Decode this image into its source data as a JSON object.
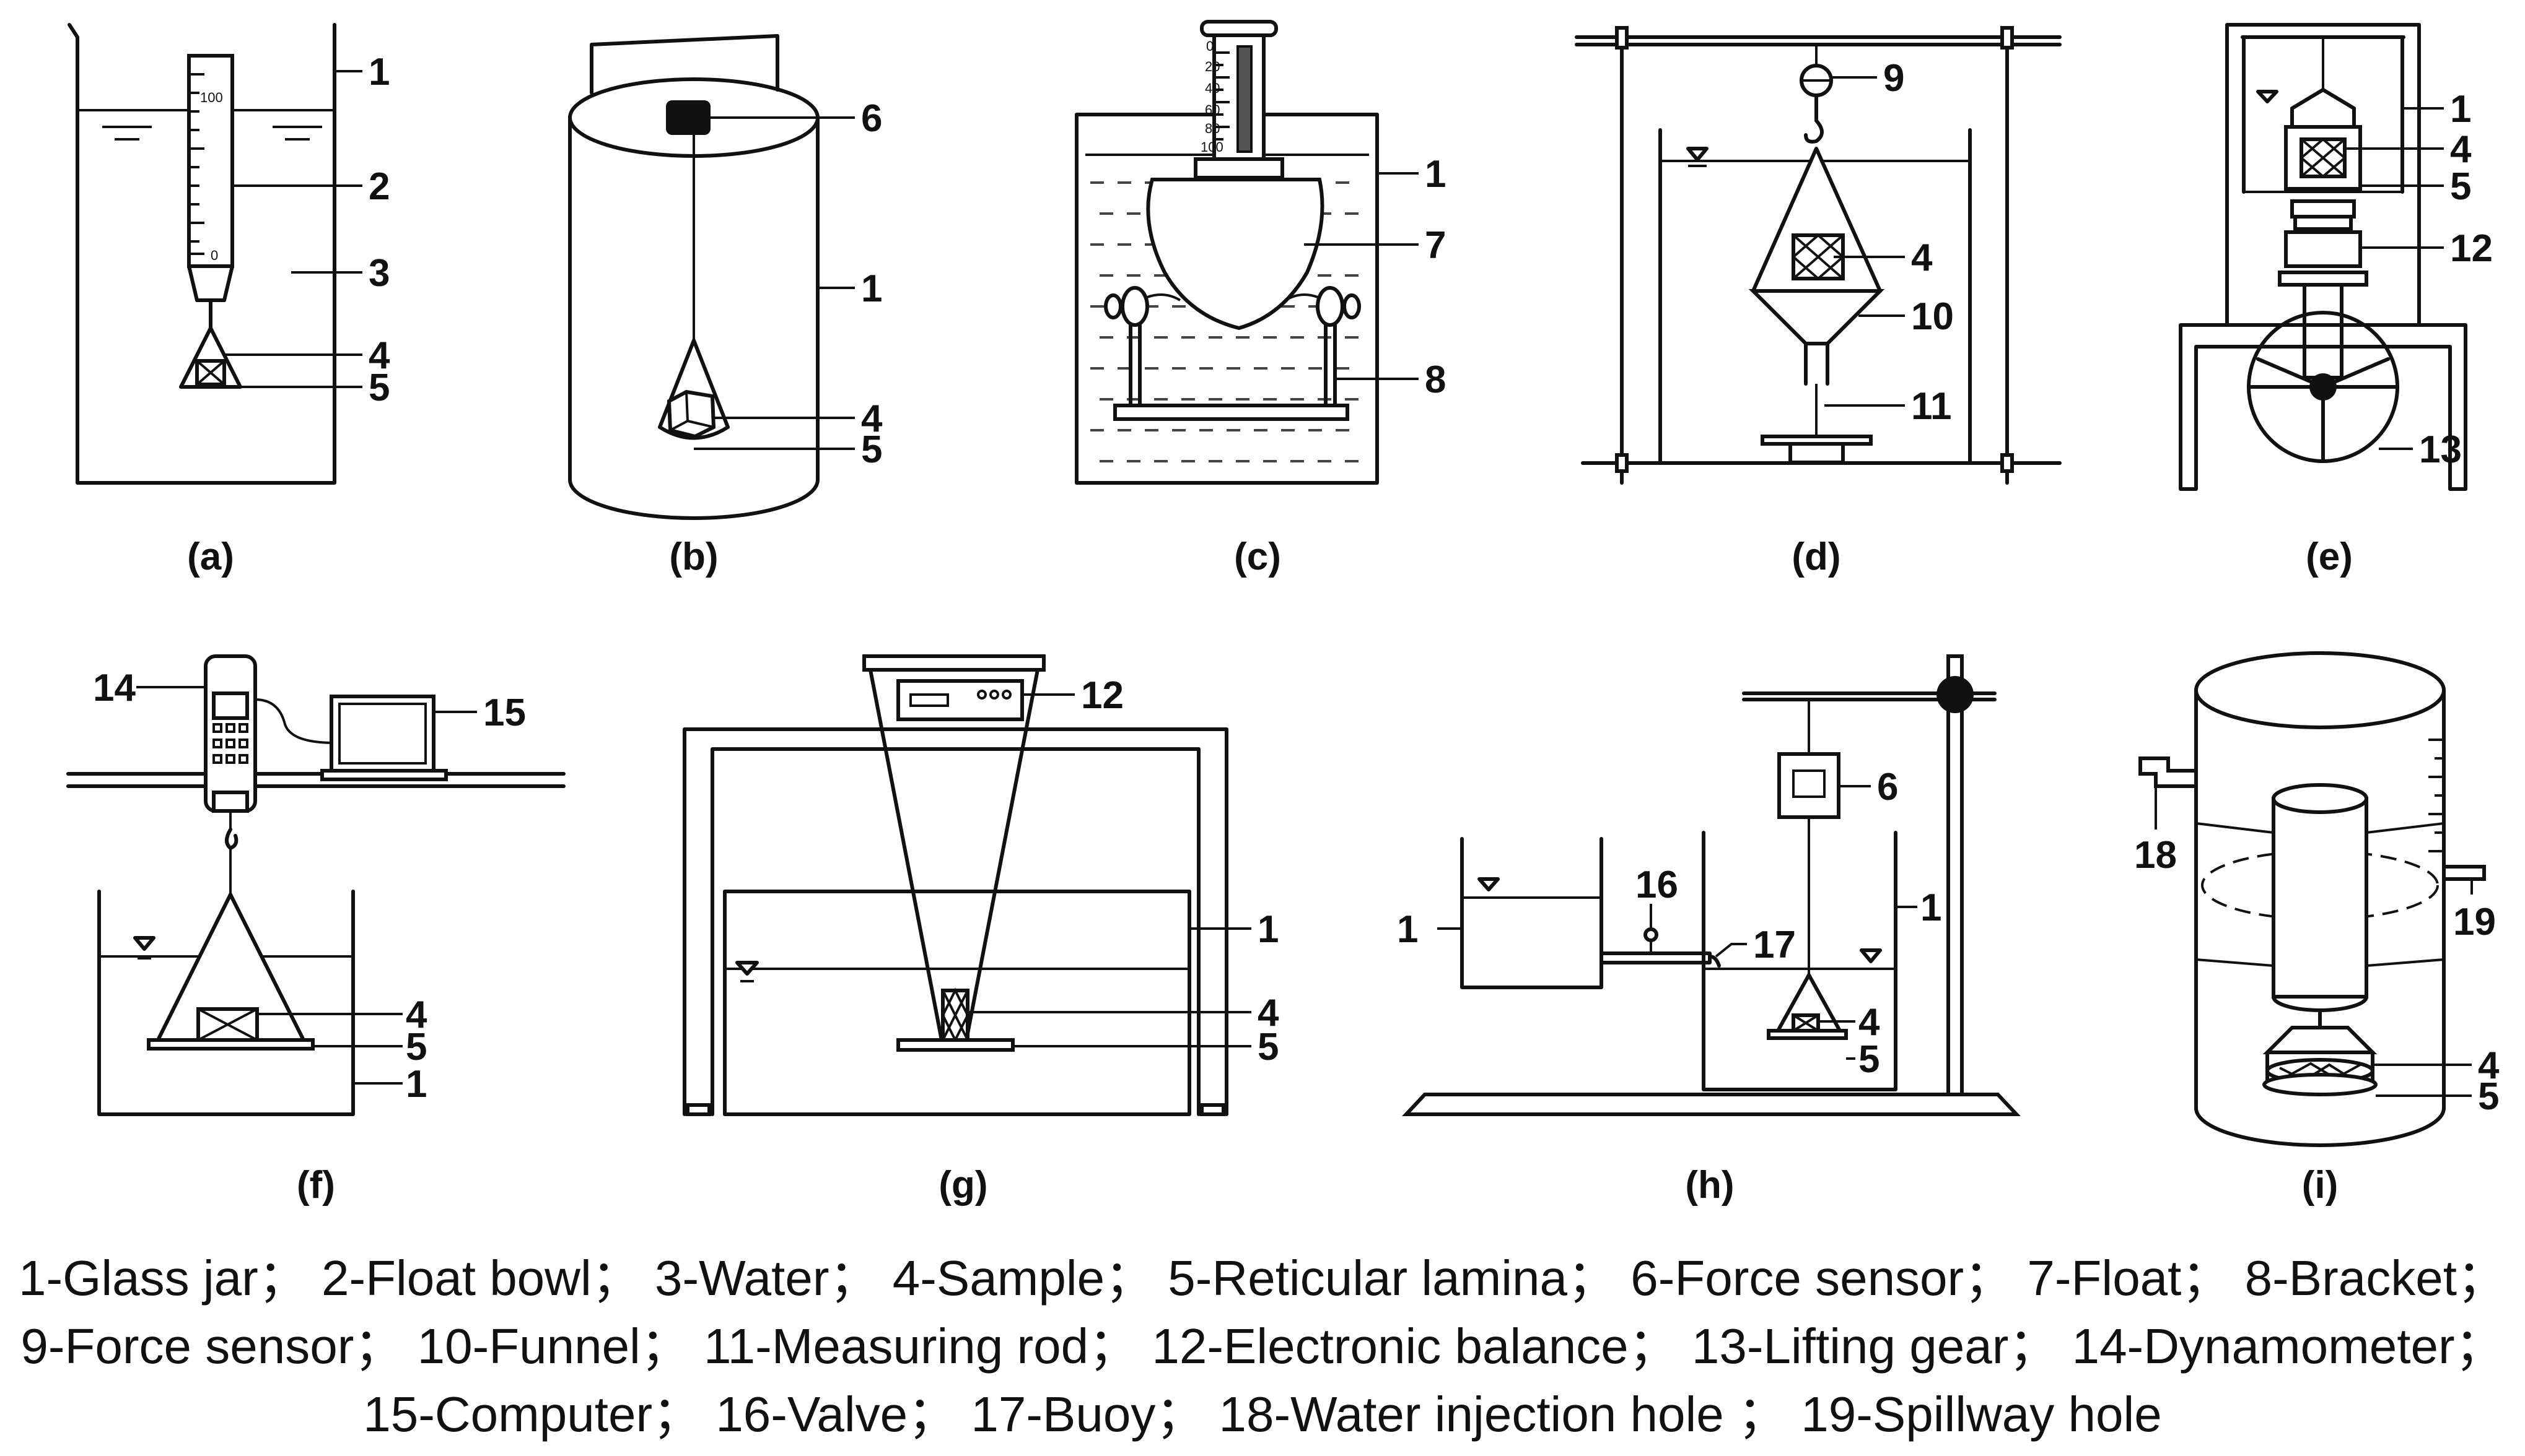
{
  "panels": [
    {
      "id": "a",
      "caption": "(a)",
      "labels": [
        "1",
        "2",
        "3",
        "4",
        "5"
      ],
      "scale": [
        "100",
        "0"
      ]
    },
    {
      "id": "b",
      "caption": "(b)",
      "labels": [
        "6",
        "1",
        "4",
        "5"
      ]
    },
    {
      "id": "c",
      "caption": "(c)",
      "labels": [
        "1",
        "7",
        "8"
      ],
      "scale": [
        "0",
        "20",
        "40",
        "60",
        "80",
        "100"
      ]
    },
    {
      "id": "d",
      "caption": "(d)",
      "labels": [
        "9",
        "4",
        "10",
        "11"
      ]
    },
    {
      "id": "e",
      "caption": "(e)",
      "labels": [
        "1",
        "4",
        "5",
        "12",
        "13"
      ]
    },
    {
      "id": "f",
      "caption": "(f)",
      "labels": [
        "14",
        "15",
        "4",
        "5",
        "1"
      ]
    },
    {
      "id": "g",
      "caption": "(g)",
      "labels": [
        "12",
        "1",
        "4",
        "5"
      ]
    },
    {
      "id": "h",
      "caption": "(h)",
      "labels": [
        "6",
        "16",
        "1",
        "17",
        "1",
        "4",
        "5"
      ]
    },
    {
      "id": "i",
      "caption": "(i)",
      "labels": [
        "18",
        "19",
        "4",
        "5"
      ]
    }
  ],
  "legend": [
    "1-Glass jar；  2-Float bowl；  3-Water；  4-Sample；  5-Reticular lamina；  6-Force sensor；  7-Float；  8-Bracket；",
    "9-Force sensor；  10-Funnel；  11-Measuring rod；  12-Electronic balance；  13-Lifting gear；  14-Dynamometer；",
    "15-Computer；  16-Valve；  17-Buoy；  18-Water injection hole  ；  19-Spillway hole"
  ]
}
